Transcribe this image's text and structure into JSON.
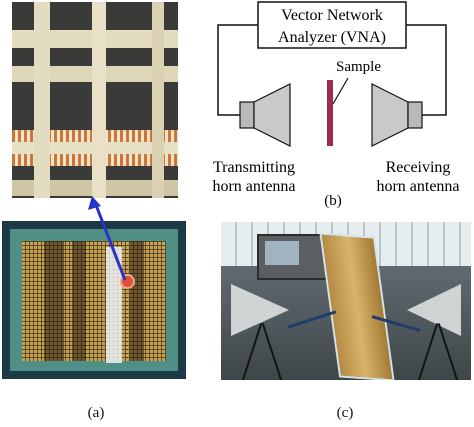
{
  "schematic": {
    "vna_line1": "Vector Network",
    "vna_line2": "Analyzer (VNA)",
    "sample_label": "Sample",
    "tx_line1": "Transmitting",
    "tx_line2": "horn antenna",
    "rx_line1": "Receiving",
    "rx_line2": "horn antenna",
    "caption": "(b)"
  },
  "captions": {
    "a": "(a)",
    "c": "(c)"
  },
  "colors": {
    "sample_bar": "#9b2c54",
    "arrow": "#2734c8",
    "board": "#4f8f86",
    "grid": "#c9a357"
  }
}
